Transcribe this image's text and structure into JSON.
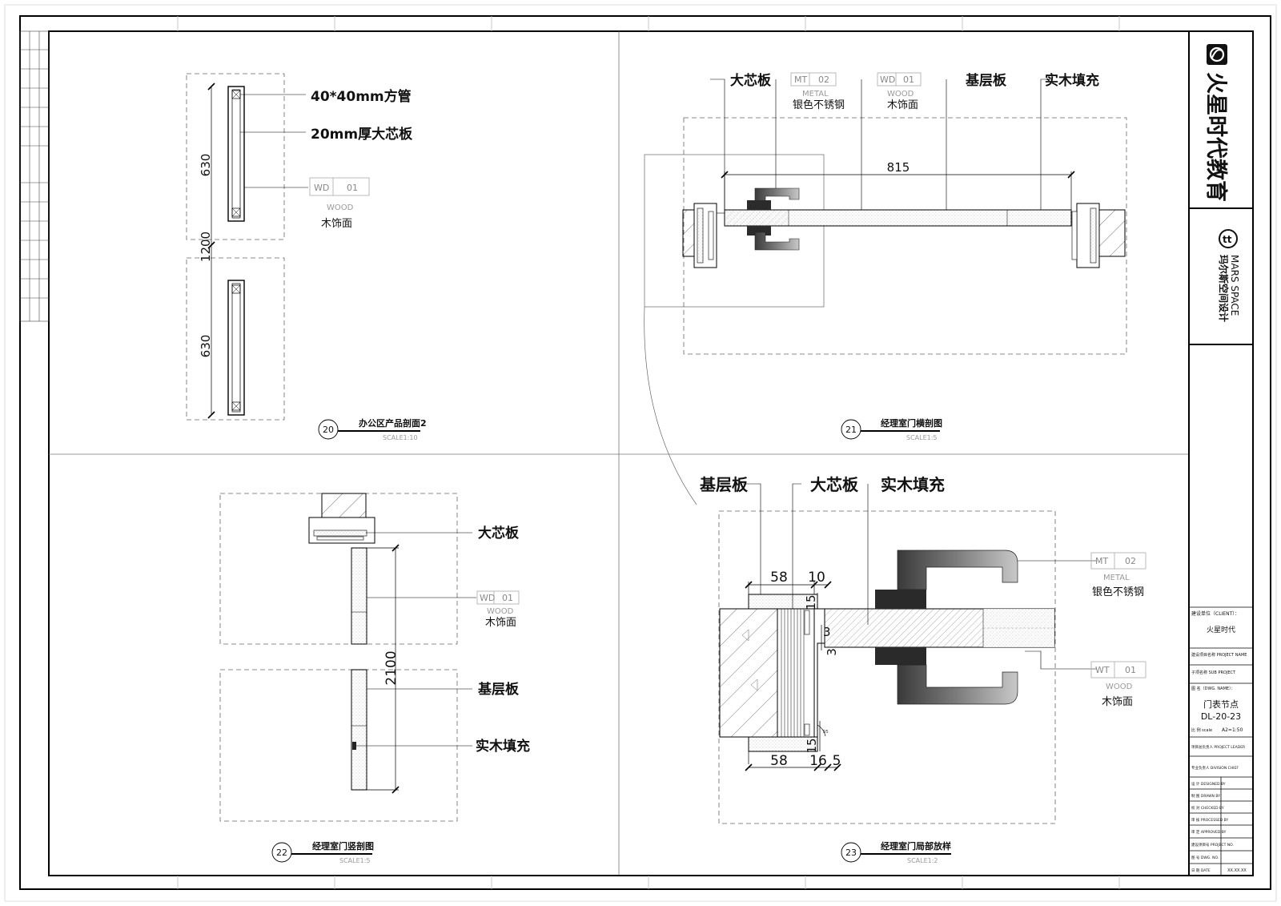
{
  "title_block": {
    "logo_text": "火星时代教育",
    "brand_en": "MARS SPACE",
    "brand_cn": "玛尔斯空间设计",
    "client_label": "建设单位（CLIENT）：",
    "client_value": "火星时代",
    "project_name": "建设项目名称 PROJECT NAME",
    "sub_project": "子项名称 SUB PROJECT",
    "drawing_label": "图 名（DWG. NAME）：",
    "drawing_name": "门表节点",
    "drawing_no": "DL-20-23",
    "scale_label": "比 例 scale",
    "scale_value": "A2=1:50",
    "rows": [
      "项目总负责人 PROJECT LEADER",
      "专业负责人 DIVISION CHIEF",
      "设 计 DESIGNED BY",
      "制 图 DRAWN BY",
      "校 对 CHECKED BY",
      "审 核 PROCESSED BY",
      "审 定 APPROVED BY",
      "建设项目号 PROJECT NO.",
      "图 号 DWG. NO.",
      "日 期 DATE"
    ],
    "date_value": "XX.XX.XX"
  },
  "panel20": {
    "number": "20",
    "title": "办公区产品剖面2",
    "scale": "SCALE1:10",
    "label_tube": "40*40mm方管",
    "label_board": "20mm厚大芯板",
    "tag_code": "WD",
    "tag_num": "01",
    "tag_material": "WOOD",
    "tag_desc": "木饰面",
    "dim_top": "630",
    "dim_total": "1200",
    "dim_bottom": "630"
  },
  "panel21": {
    "number": "21",
    "title": "经理室门横剖图",
    "scale": "SCALE1:5",
    "label_core": "大芯板",
    "label_base": "基层板",
    "label_fill": "实木填充",
    "tag1_code": "MT",
    "tag1_num": "02",
    "tag1_material": "METAL",
    "tag1_desc": "银色不锈钢",
    "tag2_code": "WD",
    "tag2_num": "01",
    "tag2_material": "WOOD",
    "tag2_desc": "木饰面",
    "dim_width": "815"
  },
  "panel22": {
    "number": "22",
    "title": "经理室门竖剖图",
    "scale": "SCALE1:5",
    "label_core": "大芯板",
    "label_base": "基层板",
    "label_fill": "实木填充",
    "tag_code": "WD",
    "tag_num": "01",
    "tag_material": "WOOD",
    "tag_desc": "木饰面",
    "dim_height": "2100"
  },
  "panel23": {
    "number": "23",
    "title": "经理室门局部放样",
    "scale": "SCALE1:2",
    "label_base": "基层板",
    "label_core": "大芯板",
    "label_fill": "实木填充",
    "tag1_code": "MT",
    "tag1_num": "02",
    "tag1_material": "METAL",
    "tag1_desc": "银色不锈钢",
    "tag2_code": "WT",
    "tag2_num": "01",
    "tag2_material": "WOOD",
    "tag2_desc": "木饰面",
    "dim_58_top": "58",
    "dim_10": "10",
    "dim_15_top": "15",
    "dim_3a": "3",
    "dim_3b": "3",
    "dim_15_bottom": "15",
    "dim_58_bottom": "58",
    "dim_16": "16",
    "dim_5": "5",
    "dim_r": "R5"
  }
}
